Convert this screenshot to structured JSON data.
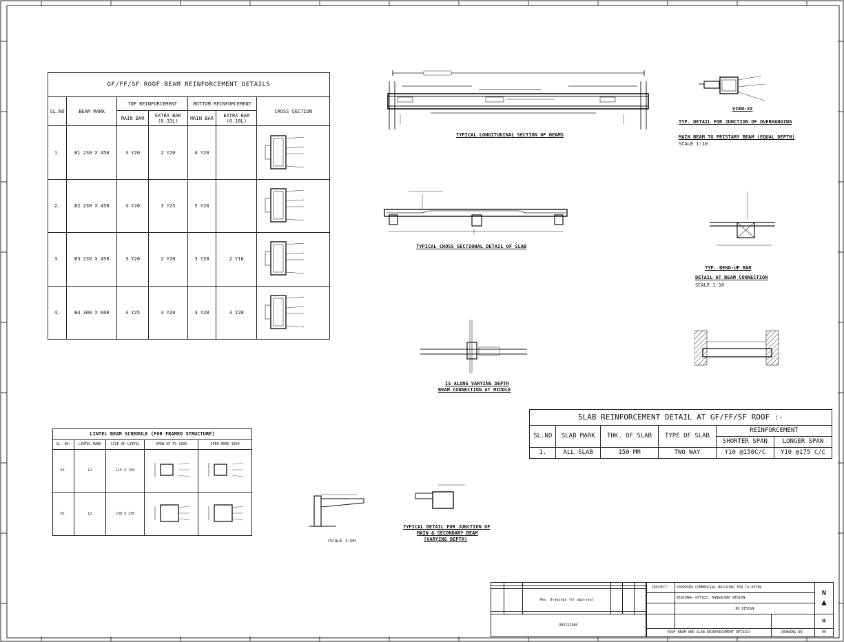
{
  "beam_table": {
    "title": "GF/FF/SF ROOF BEAM REINFORCEMENT DETAILS",
    "headers": {
      "sl_no": "SL.NO",
      "beam_mark": "BEAM MARK",
      "top": "TOP REINFORCEMENT",
      "bottom": "BOTTOM REINFORCEMENT",
      "cross_section": "CROSS SECTION",
      "main_bar": "MAIN BAR",
      "extra_bar_top": "EXTRA BAR (0.33L)",
      "extra_bar_bottom": "EXTRA BAR (0.18L)"
    },
    "rows": [
      {
        "sl": "1.",
        "mark": "B1 230 X 450",
        "top_main": "3 Y20",
        "top_extra": "2 Y20",
        "bot_main": "4 Y20",
        "bot_extra": ""
      },
      {
        "sl": "2.",
        "mark": "B2 230 X 450",
        "top_main": "3 Y20",
        "top_extra": "3 Y25",
        "bot_main": "5 Y20",
        "bot_extra": ""
      },
      {
        "sl": "3.",
        "mark": "B3 230 X 450",
        "top_main": "3 Y20",
        "top_extra": "2 Y20",
        "bot_main": "3 Y20",
        "bot_extra": "2 Y16"
      },
      {
        "sl": "4.",
        "mark": "B4 300 X 600",
        "top_main": "3 Y25",
        "top_extra": "3 Y20",
        "bot_main": "3 Y20",
        "bot_extra": "3 Y20"
      }
    ]
  },
  "slab_table": {
    "title": "SLAB REINFORCEMENT DETAIL AT GF/FF/SF ROOF :-",
    "headers": {
      "sl_no": "SL.NO",
      "slab_mark": "SLAB MARK",
      "thk": "THK. OF SLAB",
      "type": "TYPE OF SLAB",
      "reinforcement": "REINFORCEMENT",
      "shorter": "SHORTER SPAN",
      "longer": "LONGER SPAN"
    },
    "rows": [
      {
        "sl": "1.",
        "mark": "ALL SLAB",
        "thk": "150 MM",
        "type": "TWO WAY",
        "shorter": "Y10 @150C/C",
        "longer": "Y10 @175 C/C"
      }
    ]
  },
  "lintel_table": {
    "title": "LINTEL BEAM SCHEDULE (FOR FRAMED STRUCTURE)",
    "headers": [
      "SL. NO.",
      "LINTEL MARK",
      "SIZE OF LINTEL",
      "OPEN UP TO 1000",
      "OPEN MORE 1000"
    ],
    "rows": [
      {
        "sl": "01.",
        "mark": "L1",
        "size": "115 X 150"
      },
      {
        "sl": "02.",
        "mark": "L2",
        "size": "230 X 230"
      }
    ]
  },
  "captions": {
    "longitudinal": "TYPICAL LONGITUDINAL SECTION OF BEAMS",
    "view": "VIEW-XX",
    "junction_title": "TYP. DETAIL FOR JUNCTION OF OVERHANGING",
    "junction_sub": "MAIN BEAM TO PRISTARY BEAM (EQUAL DEPTH)",
    "scale_1_10": "SCALE 1:10",
    "cross_slab": "TYPICAL CROSS SECTIONAL DETAIL OF SLAB",
    "bent_up_1": "TYP. BEND-UP BAR",
    "bent_up_2": "DETAIL AT BEAM CONNECTION",
    "bent_up_scale": "SCALE 1:10",
    "varying_1": "IS ALONG VARYING DEPTH",
    "varying_2": "BEAM CONNECTION AT MIDDLE",
    "sunshade_scale": "(SCALE 1:50)",
    "junction2_1": "TYPICAL DETAIL FOR JUNCTION OF",
    "junction2_2": "MAIN & SECONDARY BEAM",
    "junction2_3": "(VARYING DEPTH)"
  },
  "title_block": {
    "project_label": "PROJECT:",
    "project_line1": "PROPOSED COMMERCIAL BUILDING FOR CO-OPTER",
    "project_line2": "REGIONAL OFFICE, BANGALORE REGION.",
    "design_label": "RD DESIGN",
    "revision_row_text": "Rev. drawings for approval",
    "revisions_label": "REVISIONS",
    "sheet_title": "ROOF BEAM AND SLAB REINFORCEMENT DETAILS",
    "drawing_label": "DRAWING NO.",
    "sheet_no": "00",
    "north_label": "N"
  }
}
